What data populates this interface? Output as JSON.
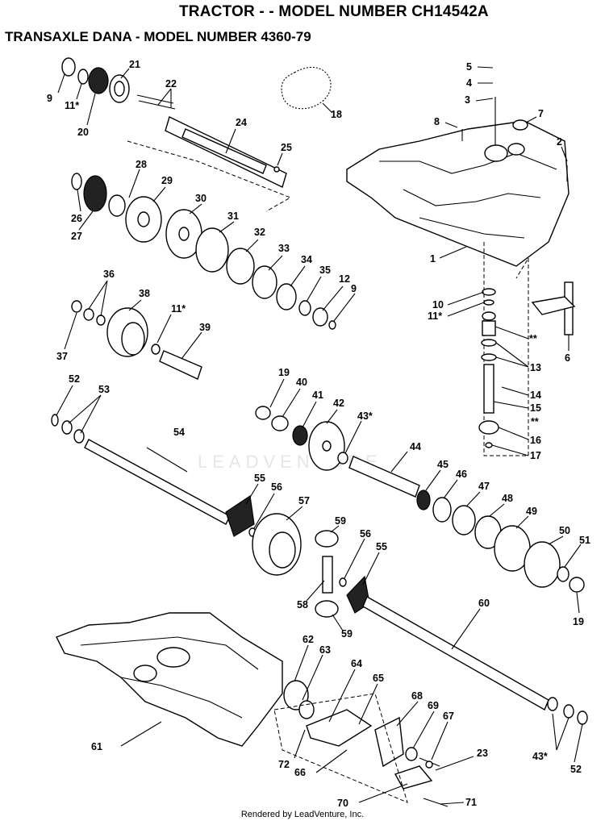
{
  "title_line1": "TRACTOR - - MODEL NUMBER CH14542A",
  "title_line2": "TRANSAXLE DANA - MODEL NUMBER 4360-79",
  "watermark": "LEADVENTURE",
  "footer": "Rendered by LeadVenture, Inc.",
  "callouts": [
    "9",
    "11*",
    "20",
    "21",
    "22",
    "24",
    "25",
    "18",
    "5",
    "4",
    "3",
    "8",
    "7",
    "2",
    "1",
    "28",
    "26",
    "27",
    "29",
    "30",
    "31",
    "32",
    "33",
    "34",
    "35",
    "12",
    "9",
    "36",
    "38",
    "37",
    "11*",
    "39",
    "10",
    "11*",
    "**",
    "13",
    "6",
    "14",
    "15",
    "**",
    "16",
    "17",
    "52",
    "53",
    "54",
    "19",
    "40",
    "41",
    "42",
    "43*",
    "44",
    "45",
    "46",
    "47",
    "48",
    "49",
    "50",
    "51",
    "19",
    "55",
    "56",
    "57",
    "59",
    "58",
    "59",
    "56",
    "55",
    "60",
    "62",
    "63",
    "64",
    "65",
    "68",
    "69",
    "67",
    "61",
    "72",
    "66",
    "23",
    "43*",
    "52",
    "70",
    "71"
  ]
}
